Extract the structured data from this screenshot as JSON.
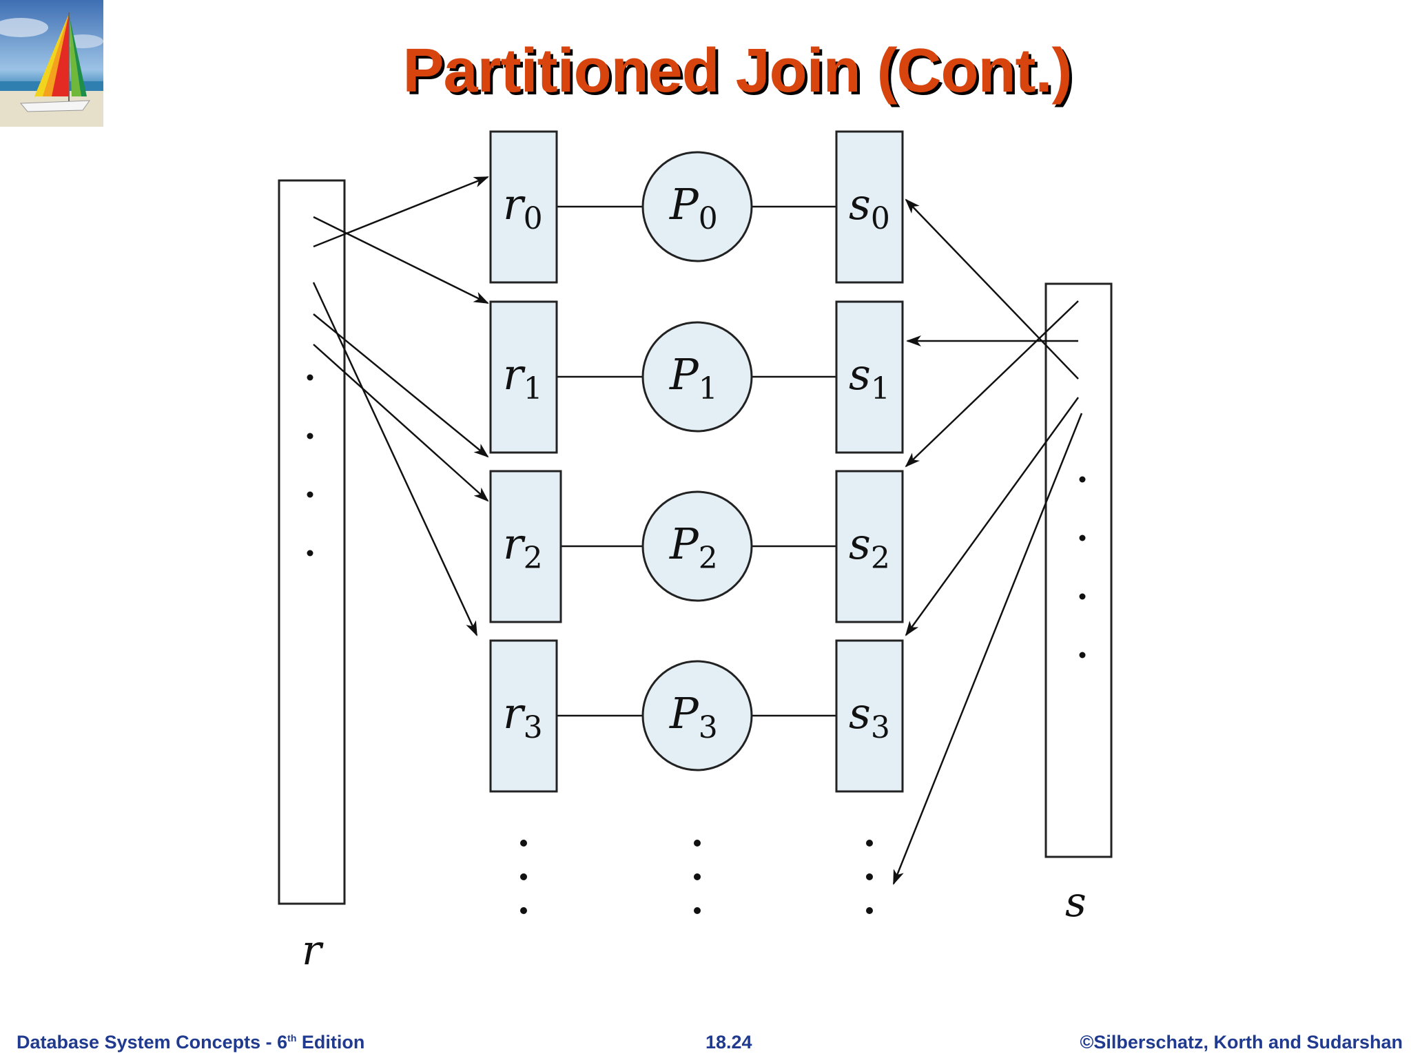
{
  "title": "Partitioned Join (Cont.)",
  "diagram": {
    "relation_r": "r",
    "relation_s": "s",
    "partitions": [
      {
        "r_base": "r",
        "r_sub": "0",
        "p_base": "P",
        "p_sub": "0",
        "s_base": "s",
        "s_sub": "0"
      },
      {
        "r_base": "r",
        "r_sub": "1",
        "p_base": "P",
        "p_sub": "1",
        "s_base": "s",
        "s_sub": "1"
      },
      {
        "r_base": "r",
        "r_sub": "2",
        "p_base": "P",
        "p_sub": "2",
        "s_base": "s",
        "s_sub": "2"
      },
      {
        "r_base": "r",
        "r_sub": "3",
        "p_base": "P",
        "p_sub": "3",
        "s_base": "s",
        "s_sub": "3"
      }
    ]
  },
  "footer": {
    "left_text": "Database System Concepts - 6",
    "left_sup": "th",
    "left_suffix": " Edition",
    "page_number": "18.24",
    "copyright": "©Silberschatz, Korth and Sudarshan"
  },
  "colors": {
    "title": "#d8440e",
    "footer": "#1f3a8f",
    "box_fill": "#e3eff5"
  }
}
